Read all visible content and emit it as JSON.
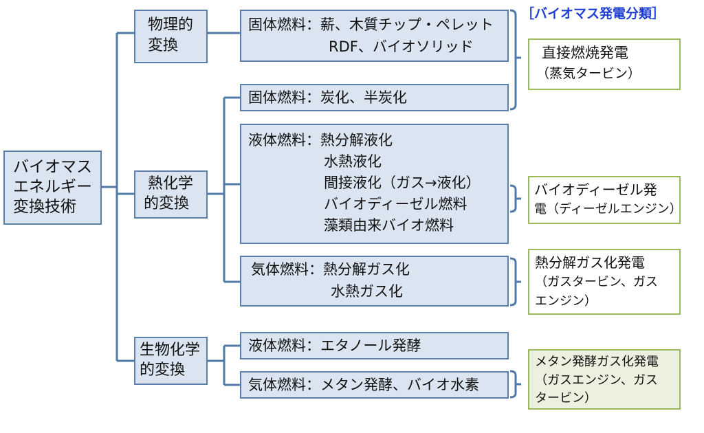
{
  "root": {
    "lines": [
      "バイオマス",
      "エネルギー",
      "変換技術"
    ]
  },
  "methods": {
    "physical": {
      "lines": [
        "物理的",
        "変換"
      ]
    },
    "thermochemical": {
      "lines": [
        "熱化学",
        "的変換"
      ]
    },
    "biochemical": {
      "lines": [
        "生物化学",
        "的変換"
      ]
    }
  },
  "fuels": {
    "solid1": {
      "lines": [
        "固体燃料：薪、木質チップ・ペレット",
        "RDF、バイオソリッド"
      ]
    },
    "solid2": {
      "lines": [
        "固体燃料：炭化、半炭化"
      ]
    },
    "liquid1": {
      "lines": [
        "液体燃料：熱分解液化",
        "水熱液化",
        "間接液化（ガス→液化）",
        "バイオディーゼル燃料",
        "藻類由来バイオ燃料"
      ]
    },
    "gas1": {
      "lines": [
        "気体燃料：熱分解ガス化",
        "水熱ガス化"
      ]
    },
    "liquid2": {
      "lines": [
        "液体燃料：エタノール発酵"
      ]
    },
    "gas2": {
      "lines": [
        "気体燃料：メタン発酵、バイオ水素"
      ]
    }
  },
  "category_header": "［バイオマス発電分類］",
  "power": {
    "direct": {
      "lines": [
        "直接燃焼発電",
        "（蒸気タービン）"
      ]
    },
    "diesel": {
      "lines": [
        "バイオディーゼル発",
        "電（ディーゼルエンジン）"
      ]
    },
    "pyrolysis": {
      "lines": [
        "熱分解ガス化発電",
        "（ガスタービン、ガス",
        "エンジン）"
      ]
    },
    "methane": {
      "lines": [
        "メタン発酵ガス化発電",
        "（ガスエンジン、ガス",
        "タービン）"
      ]
    }
  },
  "colors": {
    "box_fill": "#dbe5f1",
    "box_border": "#5a7fa8",
    "green_border": "#9bbb59",
    "green_fill": "#ebf1de",
    "category_text": "#1f3fd1"
  }
}
